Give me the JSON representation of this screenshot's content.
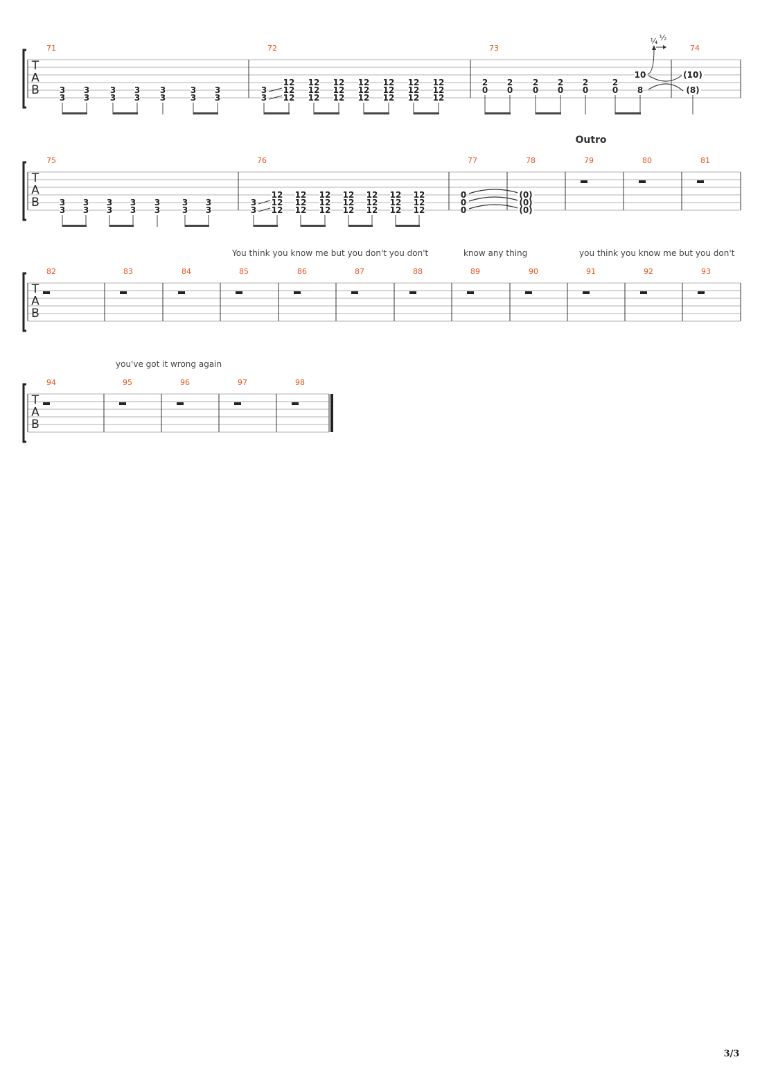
{
  "page": {
    "number": "3/3"
  },
  "tab_clef": [
    "T",
    "A",
    "B"
  ],
  "section_label": "Outro",
  "bend": {
    "quarter": "¼",
    "half": "½"
  },
  "systems": [
    {
      "bars": [
        {
          "number": "71",
          "beats": [
            {
              "notes": [
                {
                  "s": 5,
                  "f": "3"
                },
                {
                  "s": 6,
                  "f": "3"
                }
              ],
              "beam": "a"
            },
            {
              "notes": [
                {
                  "s": 5,
                  "f": "3"
                },
                {
                  "s": 6,
                  "f": "3"
                }
              ],
              "beam": "a"
            },
            {
              "notes": [
                {
                  "s": 5,
                  "f": "3"
                },
                {
                  "s": 6,
                  "f": "3"
                }
              ],
              "beam": "b"
            },
            {
              "notes": [
                {
                  "s": 5,
                  "f": "3"
                },
                {
                  "s": 6,
                  "f": "3"
                }
              ],
              "beam": "b"
            },
            {
              "notes": [
                {
                  "s": 5,
                  "f": "3"
                },
                {
                  "s": 6,
                  "f": "3"
                }
              ],
              "beam": ""
            },
            {
              "notes": [
                {
                  "s": 5,
                  "f": "3"
                },
                {
                  "s": 6,
                  "f": "3"
                }
              ],
              "beam": "c"
            },
            {
              "notes": [
                {
                  "s": 5,
                  "f": "3"
                },
                {
                  "s": 6,
                  "f": "3"
                }
              ],
              "beam": "c"
            }
          ]
        },
        {
          "number": "72",
          "beats": [
            {
              "notes": [
                {
                  "s": 5,
                  "f": "3"
                },
                {
                  "s": 6,
                  "f": "3"
                }
              ],
              "beam": "a",
              "slide": true
            },
            {
              "notes": [
                {
                  "s": 4,
                  "f": "12"
                },
                {
                  "s": 5,
                  "f": "12"
                },
                {
                  "s": 6,
                  "f": "12"
                }
              ],
              "beam": "a"
            },
            {
              "notes": [
                {
                  "s": 4,
                  "f": "12"
                },
                {
                  "s": 5,
                  "f": "12"
                },
                {
                  "s": 6,
                  "f": "12"
                }
              ],
              "beam": "b"
            },
            {
              "notes": [
                {
                  "s": 4,
                  "f": "12"
                },
                {
                  "s": 5,
                  "f": "12"
                },
                {
                  "s": 6,
                  "f": "12"
                }
              ],
              "beam": "b"
            },
            {
              "notes": [
                {
                  "s": 4,
                  "f": "12"
                },
                {
                  "s": 5,
                  "f": "12"
                },
                {
                  "s": 6,
                  "f": "12"
                }
              ],
              "beam": "c"
            },
            {
              "notes": [
                {
                  "s": 4,
                  "f": "12"
                },
                {
                  "s": 5,
                  "f": "12"
                },
                {
                  "s": 6,
                  "f": "12"
                }
              ],
              "beam": "c"
            },
            {
              "notes": [
                {
                  "s": 4,
                  "f": "12"
                },
                {
                  "s": 5,
                  "f": "12"
                },
                {
                  "s": 6,
                  "f": "12"
                }
              ],
              "beam": "d"
            },
            {
              "notes": [
                {
                  "s": 4,
                  "f": "12"
                },
                {
                  "s": 5,
                  "f": "12"
                },
                {
                  "s": 6,
                  "f": "12"
                }
              ],
              "beam": "d"
            }
          ]
        },
        {
          "number": "73",
          "beats": [
            {
              "notes": [
                {
                  "s": 4,
                  "f": "2"
                },
                {
                  "s": 5,
                  "f": "0"
                }
              ],
              "beam": "a"
            },
            {
              "notes": [
                {
                  "s": 4,
                  "f": "2"
                },
                {
                  "s": 5,
                  "f": "0"
                }
              ],
              "beam": "a"
            },
            {
              "notes": [
                {
                  "s": 4,
                  "f": "2"
                },
                {
                  "s": 5,
                  "f": "0"
                }
              ],
              "beam": "b"
            },
            {
              "notes": [
                {
                  "s": 4,
                  "f": "2"
                },
                {
                  "s": 5,
                  "f": "0"
                }
              ],
              "beam": "b"
            },
            {
              "notes": [
                {
                  "s": 4,
                  "f": "2"
                },
                {
                  "s": 5,
                  "f": "0"
                }
              ],
              "beam": ""
            },
            {
              "notes": [
                {
                  "s": 4,
                  "f": "2"
                },
                {
                  "s": 5,
                  "f": "0"
                }
              ],
              "beam": "c"
            },
            {
              "notes": [
                {
                  "s": 3,
                  "f": "10"
                },
                {
                  "s": 5,
                  "f": "8"
                }
              ],
              "beam": "c",
              "bend": true
            }
          ]
        },
        {
          "number": "74",
          "beats": [
            {
              "notes": [
                {
                  "s": 3,
                  "f": "(10)"
                },
                {
                  "s": 5,
                  "f": "(8)"
                }
              ],
              "beam": ""
            }
          ]
        }
      ]
    },
    {
      "bars": [
        {
          "number": "75",
          "beats": [
            {
              "notes": [
                {
                  "s": 5,
                  "f": "3"
                },
                {
                  "s": 6,
                  "f": "3"
                }
              ],
              "beam": "a"
            },
            {
              "notes": [
                {
                  "s": 5,
                  "f": "3"
                },
                {
                  "s": 6,
                  "f": "3"
                }
              ],
              "beam": "a"
            },
            {
              "notes": [
                {
                  "s": 5,
                  "f": "3"
                },
                {
                  "s": 6,
                  "f": "3"
                }
              ],
              "beam": "b"
            },
            {
              "notes": [
                {
                  "s": 5,
                  "f": "3"
                },
                {
                  "s": 6,
                  "f": "3"
                }
              ],
              "beam": "b"
            },
            {
              "notes": [
                {
                  "s": 5,
                  "f": "3"
                },
                {
                  "s": 6,
                  "f": "3"
                }
              ],
              "beam": ""
            },
            {
              "notes": [
                {
                  "s": 5,
                  "f": "3"
                },
                {
                  "s": 6,
                  "f": "3"
                }
              ],
              "beam": "c"
            },
            {
              "notes": [
                {
                  "s": 5,
                  "f": "3"
                },
                {
                  "s": 6,
                  "f": "3"
                }
              ],
              "beam": "c"
            }
          ]
        },
        {
          "number": "76",
          "beats": [
            {
              "notes": [
                {
                  "s": 5,
                  "f": "3"
                },
                {
                  "s": 6,
                  "f": "3"
                }
              ],
              "beam": "a",
              "slide": true
            },
            {
              "notes": [
                {
                  "s": 4,
                  "f": "12"
                },
                {
                  "s": 5,
                  "f": "12"
                },
                {
                  "s": 6,
                  "f": "12"
                }
              ],
              "beam": "a"
            },
            {
              "notes": [
                {
                  "s": 4,
                  "f": "12"
                },
                {
                  "s": 5,
                  "f": "12"
                },
                {
                  "s": 6,
                  "f": "12"
                }
              ],
              "beam": "b"
            },
            {
              "notes": [
                {
                  "s": 4,
                  "f": "12"
                },
                {
                  "s": 5,
                  "f": "12"
                },
                {
                  "s": 6,
                  "f": "12"
                }
              ],
              "beam": "b"
            },
            {
              "notes": [
                {
                  "s": 4,
                  "f": "12"
                },
                {
                  "s": 5,
                  "f": "12"
                },
                {
                  "s": 6,
                  "f": "12"
                }
              ],
              "beam": "c"
            },
            {
              "notes": [
                {
                  "s": 4,
                  "f": "12"
                },
                {
                  "s": 5,
                  "f": "12"
                },
                {
                  "s": 6,
                  "f": "12"
                }
              ],
              "beam": "c"
            },
            {
              "notes": [
                {
                  "s": 4,
                  "f": "12"
                },
                {
                  "s": 5,
                  "f": "12"
                },
                {
                  "s": 6,
                  "f": "12"
                }
              ],
              "beam": "d"
            },
            {
              "notes": [
                {
                  "s": 4,
                  "f": "12"
                },
                {
                  "s": 5,
                  "f": "12"
                },
                {
                  "s": 6,
                  "f": "12"
                }
              ],
              "beam": "d"
            }
          ]
        },
        {
          "number": "77",
          "beats": [
            {
              "notes": [
                {
                  "s": 4,
                  "f": "0"
                },
                {
                  "s": 5,
                  "f": "0"
                },
                {
                  "s": 6,
                  "f": "0"
                }
              ],
              "beam": "",
              "stem": false,
              "tie": true
            }
          ]
        },
        {
          "number": "78",
          "beats": [
            {
              "notes": [
                {
                  "s": 4,
                  "f": "(0)"
                },
                {
                  "s": 5,
                  "f": "(0)"
                },
                {
                  "s": 6,
                  "f": "(0)"
                }
              ],
              "beam": "",
              "stem": false
            }
          ]
        },
        {
          "number": "79",
          "rest": true,
          "section": true
        },
        {
          "number": "80",
          "rest": true
        },
        {
          "number": "81",
          "rest": true
        }
      ]
    },
    {
      "lyrics": [
        {
          "text": "You think you know me but you don't you don't",
          "bar": 3
        },
        {
          "text": "know any thing",
          "bar": 7
        },
        {
          "text": "you think you know me but you don't",
          "bar": 9
        }
      ],
      "bars": [
        {
          "number": "82",
          "rest": true
        },
        {
          "number": "83",
          "rest": true
        },
        {
          "number": "84",
          "rest": true
        },
        {
          "number": "85",
          "rest": true
        },
        {
          "number": "86",
          "rest": true
        },
        {
          "number": "87",
          "rest": true
        },
        {
          "number": "88",
          "rest": true
        },
        {
          "number": "89",
          "rest": true
        },
        {
          "number": "90",
          "rest": true
        },
        {
          "number": "91",
          "rest": true
        },
        {
          "number": "92",
          "rest": true
        },
        {
          "number": "93",
          "rest": true
        }
      ]
    },
    {
      "lyrics": [
        {
          "text": "you've got it wrong again",
          "bar": 1
        }
      ],
      "final_barline": true,
      "bars": [
        {
          "number": "94",
          "rest": true
        },
        {
          "number": "95",
          "rest": true
        },
        {
          "number": "96",
          "rest": true
        },
        {
          "number": "97",
          "rest": true
        },
        {
          "number": "98",
          "rest": true
        }
      ]
    }
  ]
}
